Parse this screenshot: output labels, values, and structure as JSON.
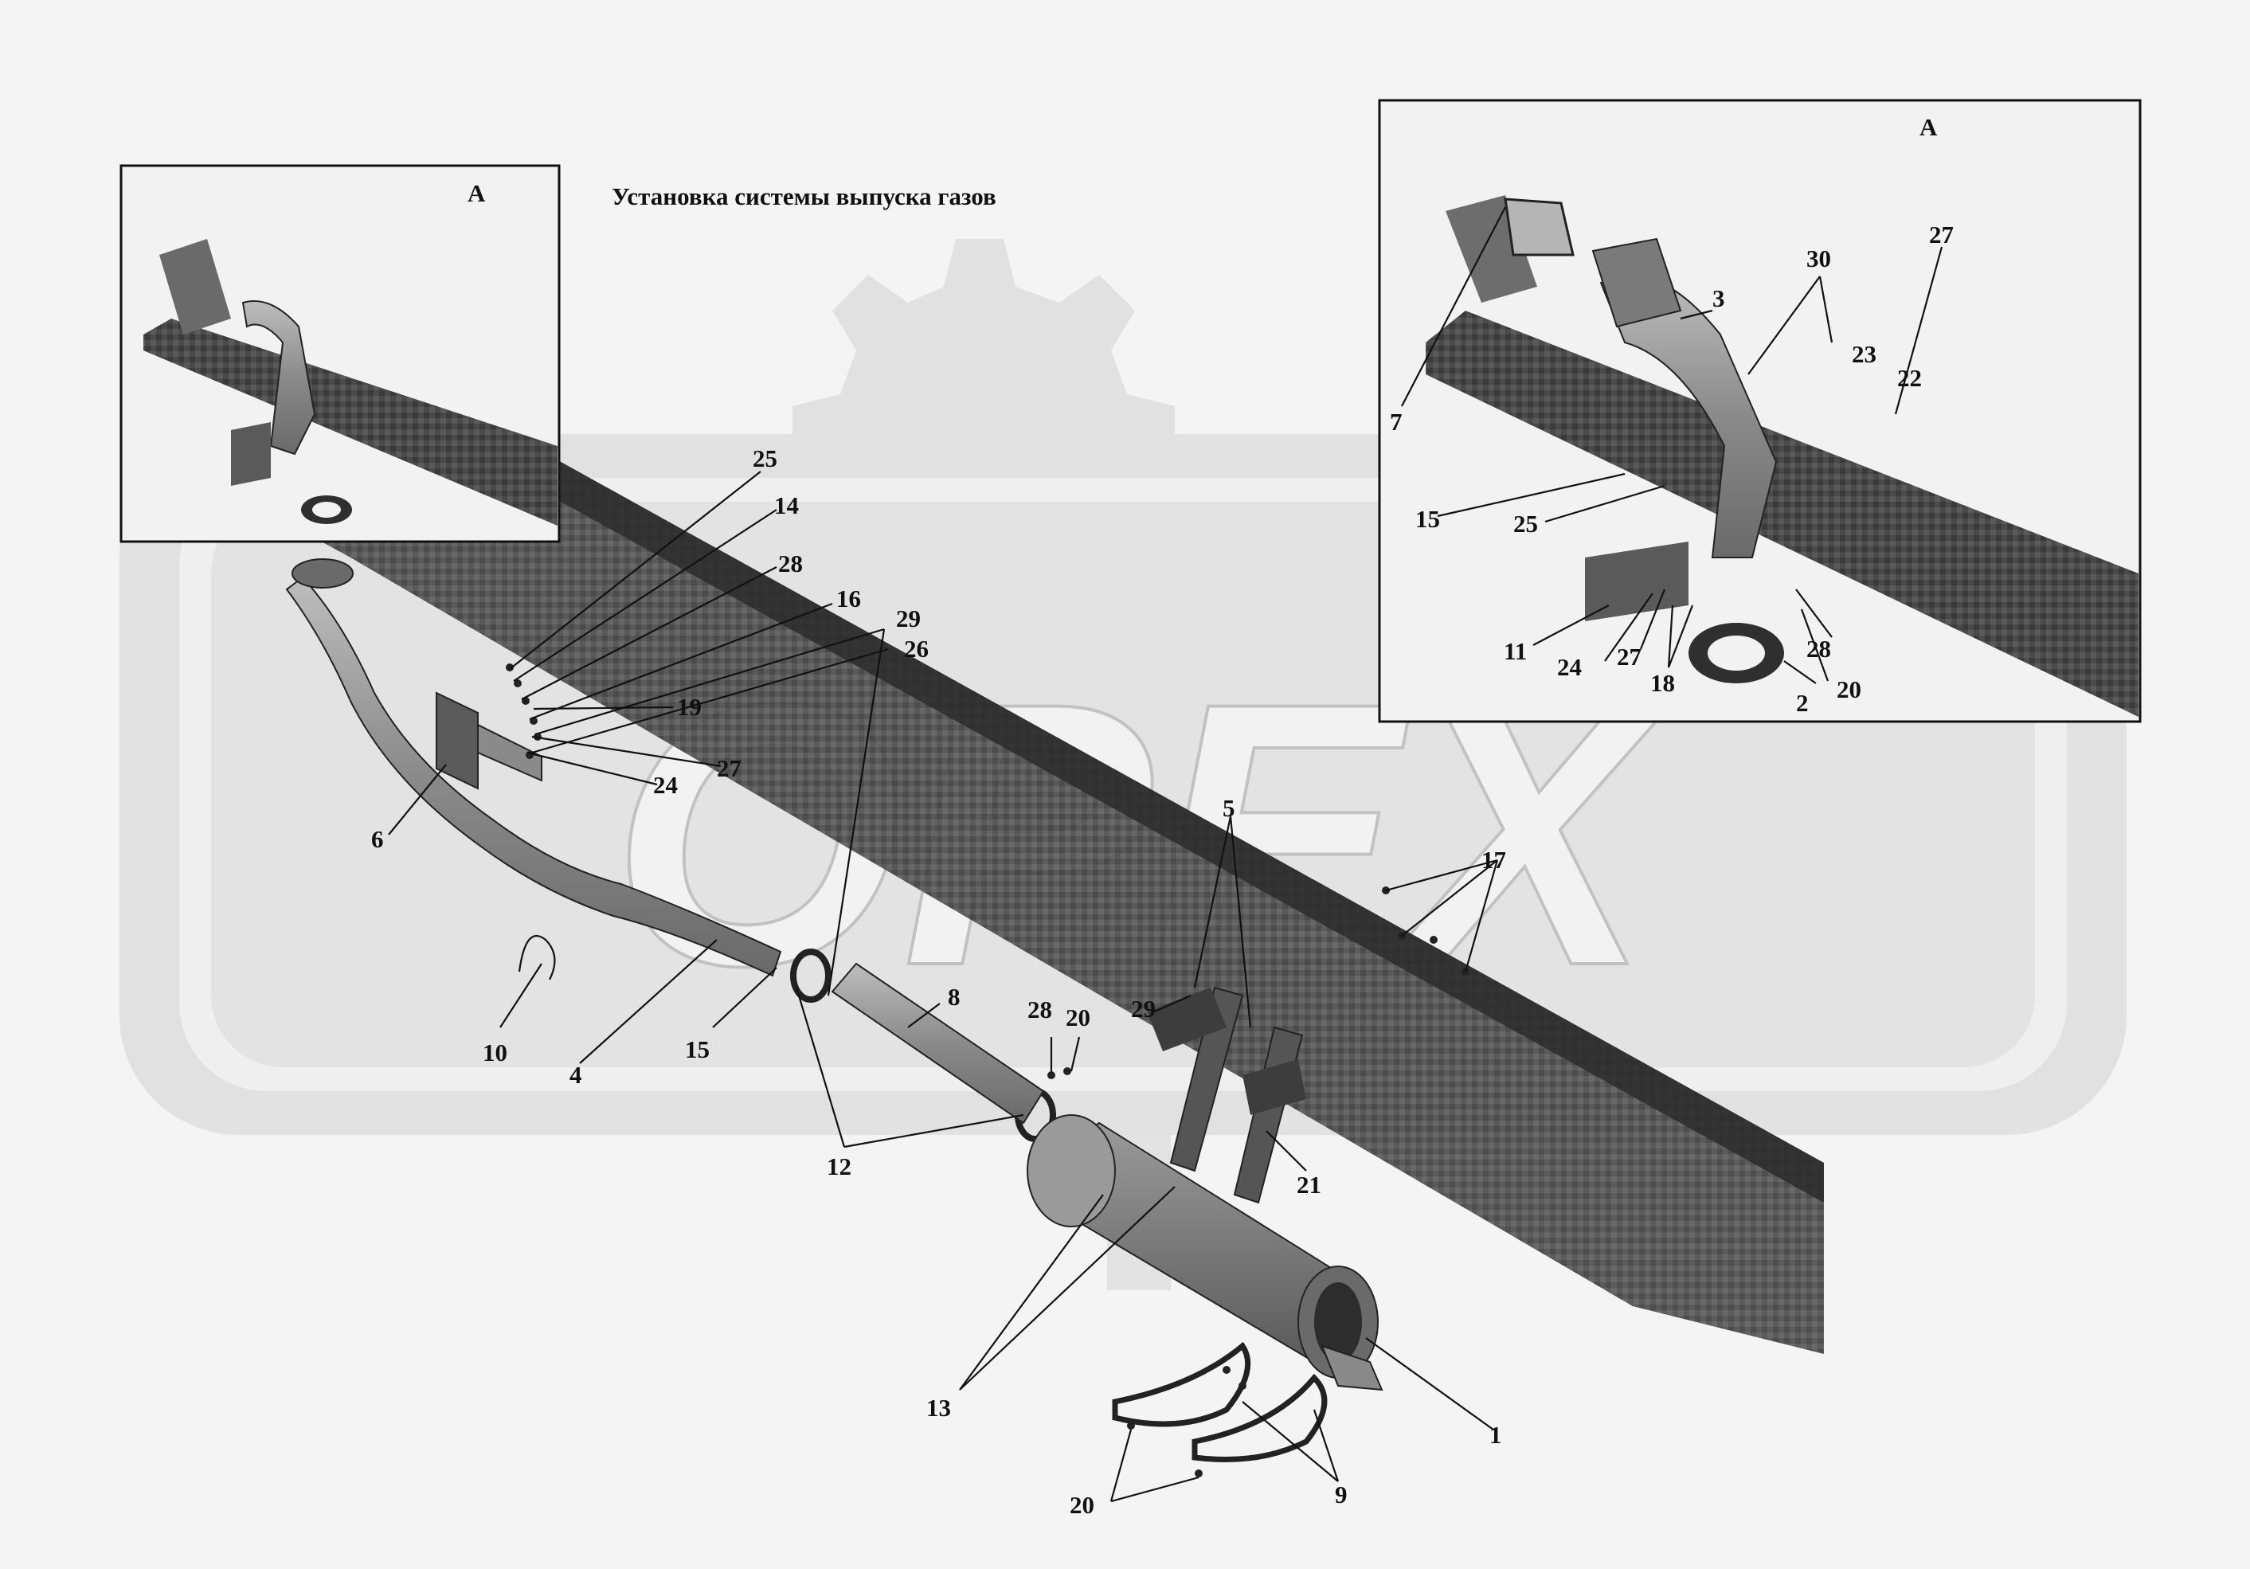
{
  "title": "Установка системы выпуска газов",
  "view_label_left": "А",
  "view_label_right": "А",
  "watermark": "OPEX",
  "callouts": {
    "c25": "25",
    "c14": "14",
    "c28": "28",
    "c16": "16",
    "c29a": "29",
    "c26": "26",
    "c19": "19",
    "c27": "27",
    "c24": "24",
    "c6": "6",
    "c10": "10",
    "c4": "4",
    "c15": "15",
    "c8": "8",
    "c28b": "28",
    "c20": "20",
    "c12": "12",
    "c5": "5",
    "c29b": "29",
    "c17": "17",
    "c21": "21",
    "c13": "13",
    "c1": "1",
    "c9": "9",
    "c20b": "20",
    "r7": "7",
    "r3": "3",
    "r30": "30",
    "r23": "23",
    "r27": "27",
    "r22": "22",
    "r15": "15",
    "r25": "25",
    "r11": "11",
    "r24": "24",
    "r27b": "27",
    "r18": "18",
    "r28": "28",
    "r2": "2",
    "r20": "20"
  }
}
